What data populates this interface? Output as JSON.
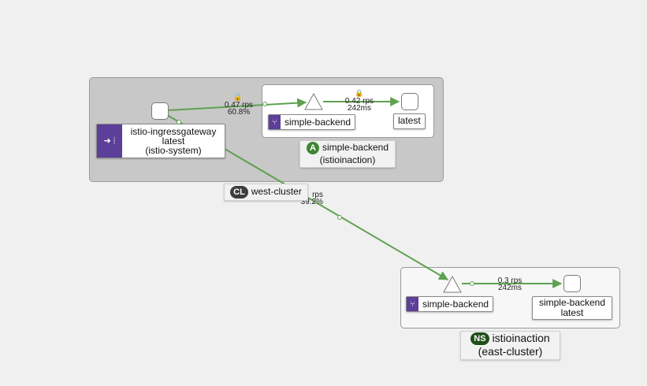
{
  "cluster": {
    "badge": "CL",
    "name": "west-cluster",
    "badge_color": "#3c3f42"
  },
  "app_group": {
    "badge": "A",
    "name": "simple-backend",
    "namespace": "(istioinaction)",
    "badge_color": "#3e8635"
  },
  "namespace_group": {
    "badge": "NS",
    "name": "istioinaction",
    "cluster": "(east-cluster)",
    "badge_color": "#1e4f18"
  },
  "nodes": {
    "gateway": {
      "name": "istio-ingressgateway",
      "version": "latest",
      "namespace": "(istio-system)",
      "icon": "ingress-gateway-icon"
    },
    "west_service": {
      "name": "simple-backend",
      "icon": "service-branch-icon"
    },
    "west_workload": {
      "version": "latest"
    },
    "east_service": {
      "name": "simple-backend",
      "icon": "service-branch-icon"
    },
    "east_workload": {
      "name": "simple-backend",
      "version": "latest"
    }
  },
  "edges": {
    "gw_to_west": {
      "rate": "0.47 rps",
      "pct": "60.8%",
      "secure": true
    },
    "west_to_workload": {
      "rate": "0.42 rps",
      "latency": "242ms",
      "secure": true
    },
    "gw_to_east": {
      "rate": "rps",
      "pct": "39.2%"
    },
    "east_to_workload": {
      "rate": "0.3 rps",
      "latency": "242ms"
    }
  },
  "colors": {
    "edge": "#5ea150",
    "service_badge": "#5b3f98"
  }
}
